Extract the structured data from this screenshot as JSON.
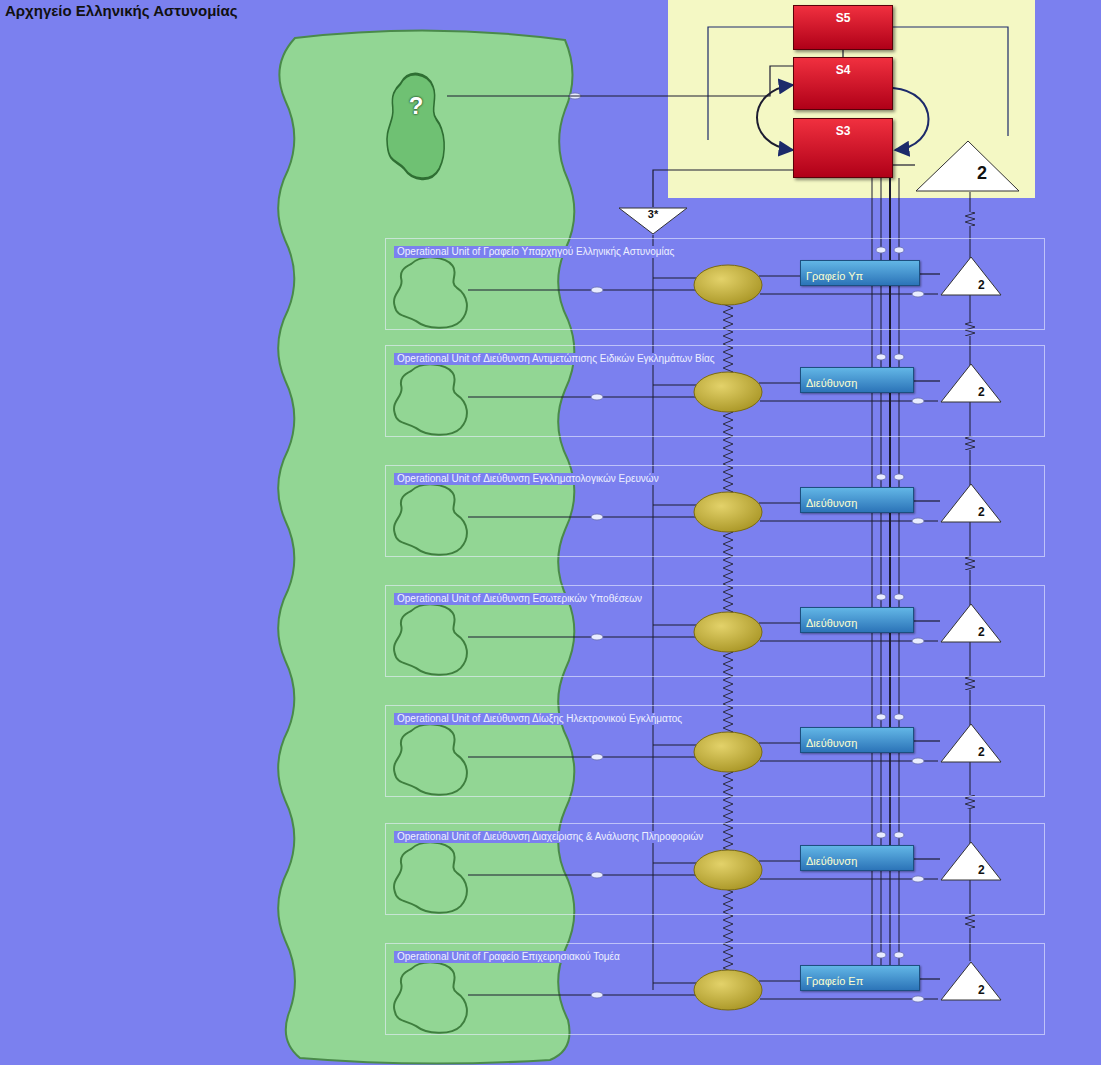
{
  "diagram": {
    "title": "Αρχηγείο Ελληνικής Αστυνομίας",
    "nodes": [
      {
        "text": [
          "S5"
        ]
      },
      {
        "text": [
          "S4"
        ]
      },
      {
        "text": [
          "?"
        ]
      },
      {
        "text": [
          "S3"
        ]
      },
      {
        "text": [
          "2"
        ]
      },
      {
        "text": [
          "3*"
        ]
      },
      {
        "text": [
          "Operational Unit of Γραφείο Υπαρχηγού Ελληνικής Αστυνομίας"
        ]
      },
      {
        "text": [
          "Γραφείο Υπ"
        ],
        "in": 6
      },
      {
        "text": [
          "2"
        ],
        "in": 6
      },
      {
        "text": [
          "Operational Unit of Διεύθυνση Αντιμετώπισης Ειδικών Εγκλημάτων Βίας"
        ]
      },
      {
        "text": [
          "Διεύθυνση"
        ],
        "in": 9
      },
      {
        "text": [
          "2"
        ],
        "in": 9
      },
      {
        "text": [
          "Operational Unit of Διεύθυνση Εγκληματολογικών Ερευνών"
        ]
      },
      {
        "text": [
          "Διεύθυνση"
        ],
        "in": 12
      },
      {
        "text": [
          "2"
        ],
        "in": 12
      },
      {
        "text": [
          "Operational Unit of Διεύθυνση Εσωτερικών Υποθέσεων"
        ]
      },
      {
        "text": [
          "Διεύθυνση"
        ],
        "in": 15
      },
      {
        "text": [
          "2"
        ],
        "in": 15
      },
      {
        "text": [
          "Operational Unit of Διεύθυνση Δίωξης Ηλεκτρονικού Εγκλήματος"
        ]
      },
      {
        "text": [
          "Διεύθυνση"
        ],
        "in": 18
      },
      {
        "text": [
          "2"
        ],
        "in": 18
      },
      {
        "text": [
          "Operational Unit of Διεύθυνση Διαχείρισης & Ανάλυσης Πληροφοριών"
        ]
      },
      {
        "text": [
          "Διεύθυνση"
        ],
        "in": 21
      },
      {
        "text": [
          "2"
        ],
        "in": 21
      },
      {
        "text": [
          "Operational Unit of Γραφείο Επιχειρησιακού Τομέα"
        ]
      },
      {
        "text": [
          "Γραφείο Επ"
        ],
        "in": 24
      },
      {
        "text": [
          "2"
        ],
        "in": 24
      }
    ],
    "edges": [
      {
        "from": 0,
        "to": 1,
        "arrow": "none"
      },
      {
        "from": 1,
        "to": 3,
        "arrow": "both"
      },
      {
        "from": 2,
        "to": 1,
        "arrow": "none"
      },
      {
        "from": 3,
        "to": 4,
        "arrow": "none"
      },
      {
        "from": 3,
        "to": 5,
        "arrow": "none"
      },
      {
        "from": 3,
        "to": 7,
        "arrow": "none"
      },
      {
        "from": 7,
        "to": 8,
        "arrow": "none"
      },
      {
        "from": 3,
        "to": 10,
        "arrow": "none"
      },
      {
        "from": 10,
        "to": 11,
        "arrow": "none"
      },
      {
        "from": 3,
        "to": 13,
        "arrow": "none"
      },
      {
        "from": 13,
        "to": 14,
        "arrow": "none"
      },
      {
        "from": 3,
        "to": 16,
        "arrow": "none"
      },
      {
        "from": 16,
        "to": 17,
        "arrow": "none"
      },
      {
        "from": 3,
        "to": 19,
        "arrow": "none"
      },
      {
        "from": 19,
        "to": 20,
        "arrow": "none"
      },
      {
        "from": 3,
        "to": 22,
        "arrow": "none"
      },
      {
        "from": 22,
        "to": 23,
        "arrow": "none"
      },
      {
        "from": 3,
        "to": 25,
        "arrow": "none"
      },
      {
        "from": 25,
        "to": 26,
        "arrow": "none"
      }
    ]
  }
}
